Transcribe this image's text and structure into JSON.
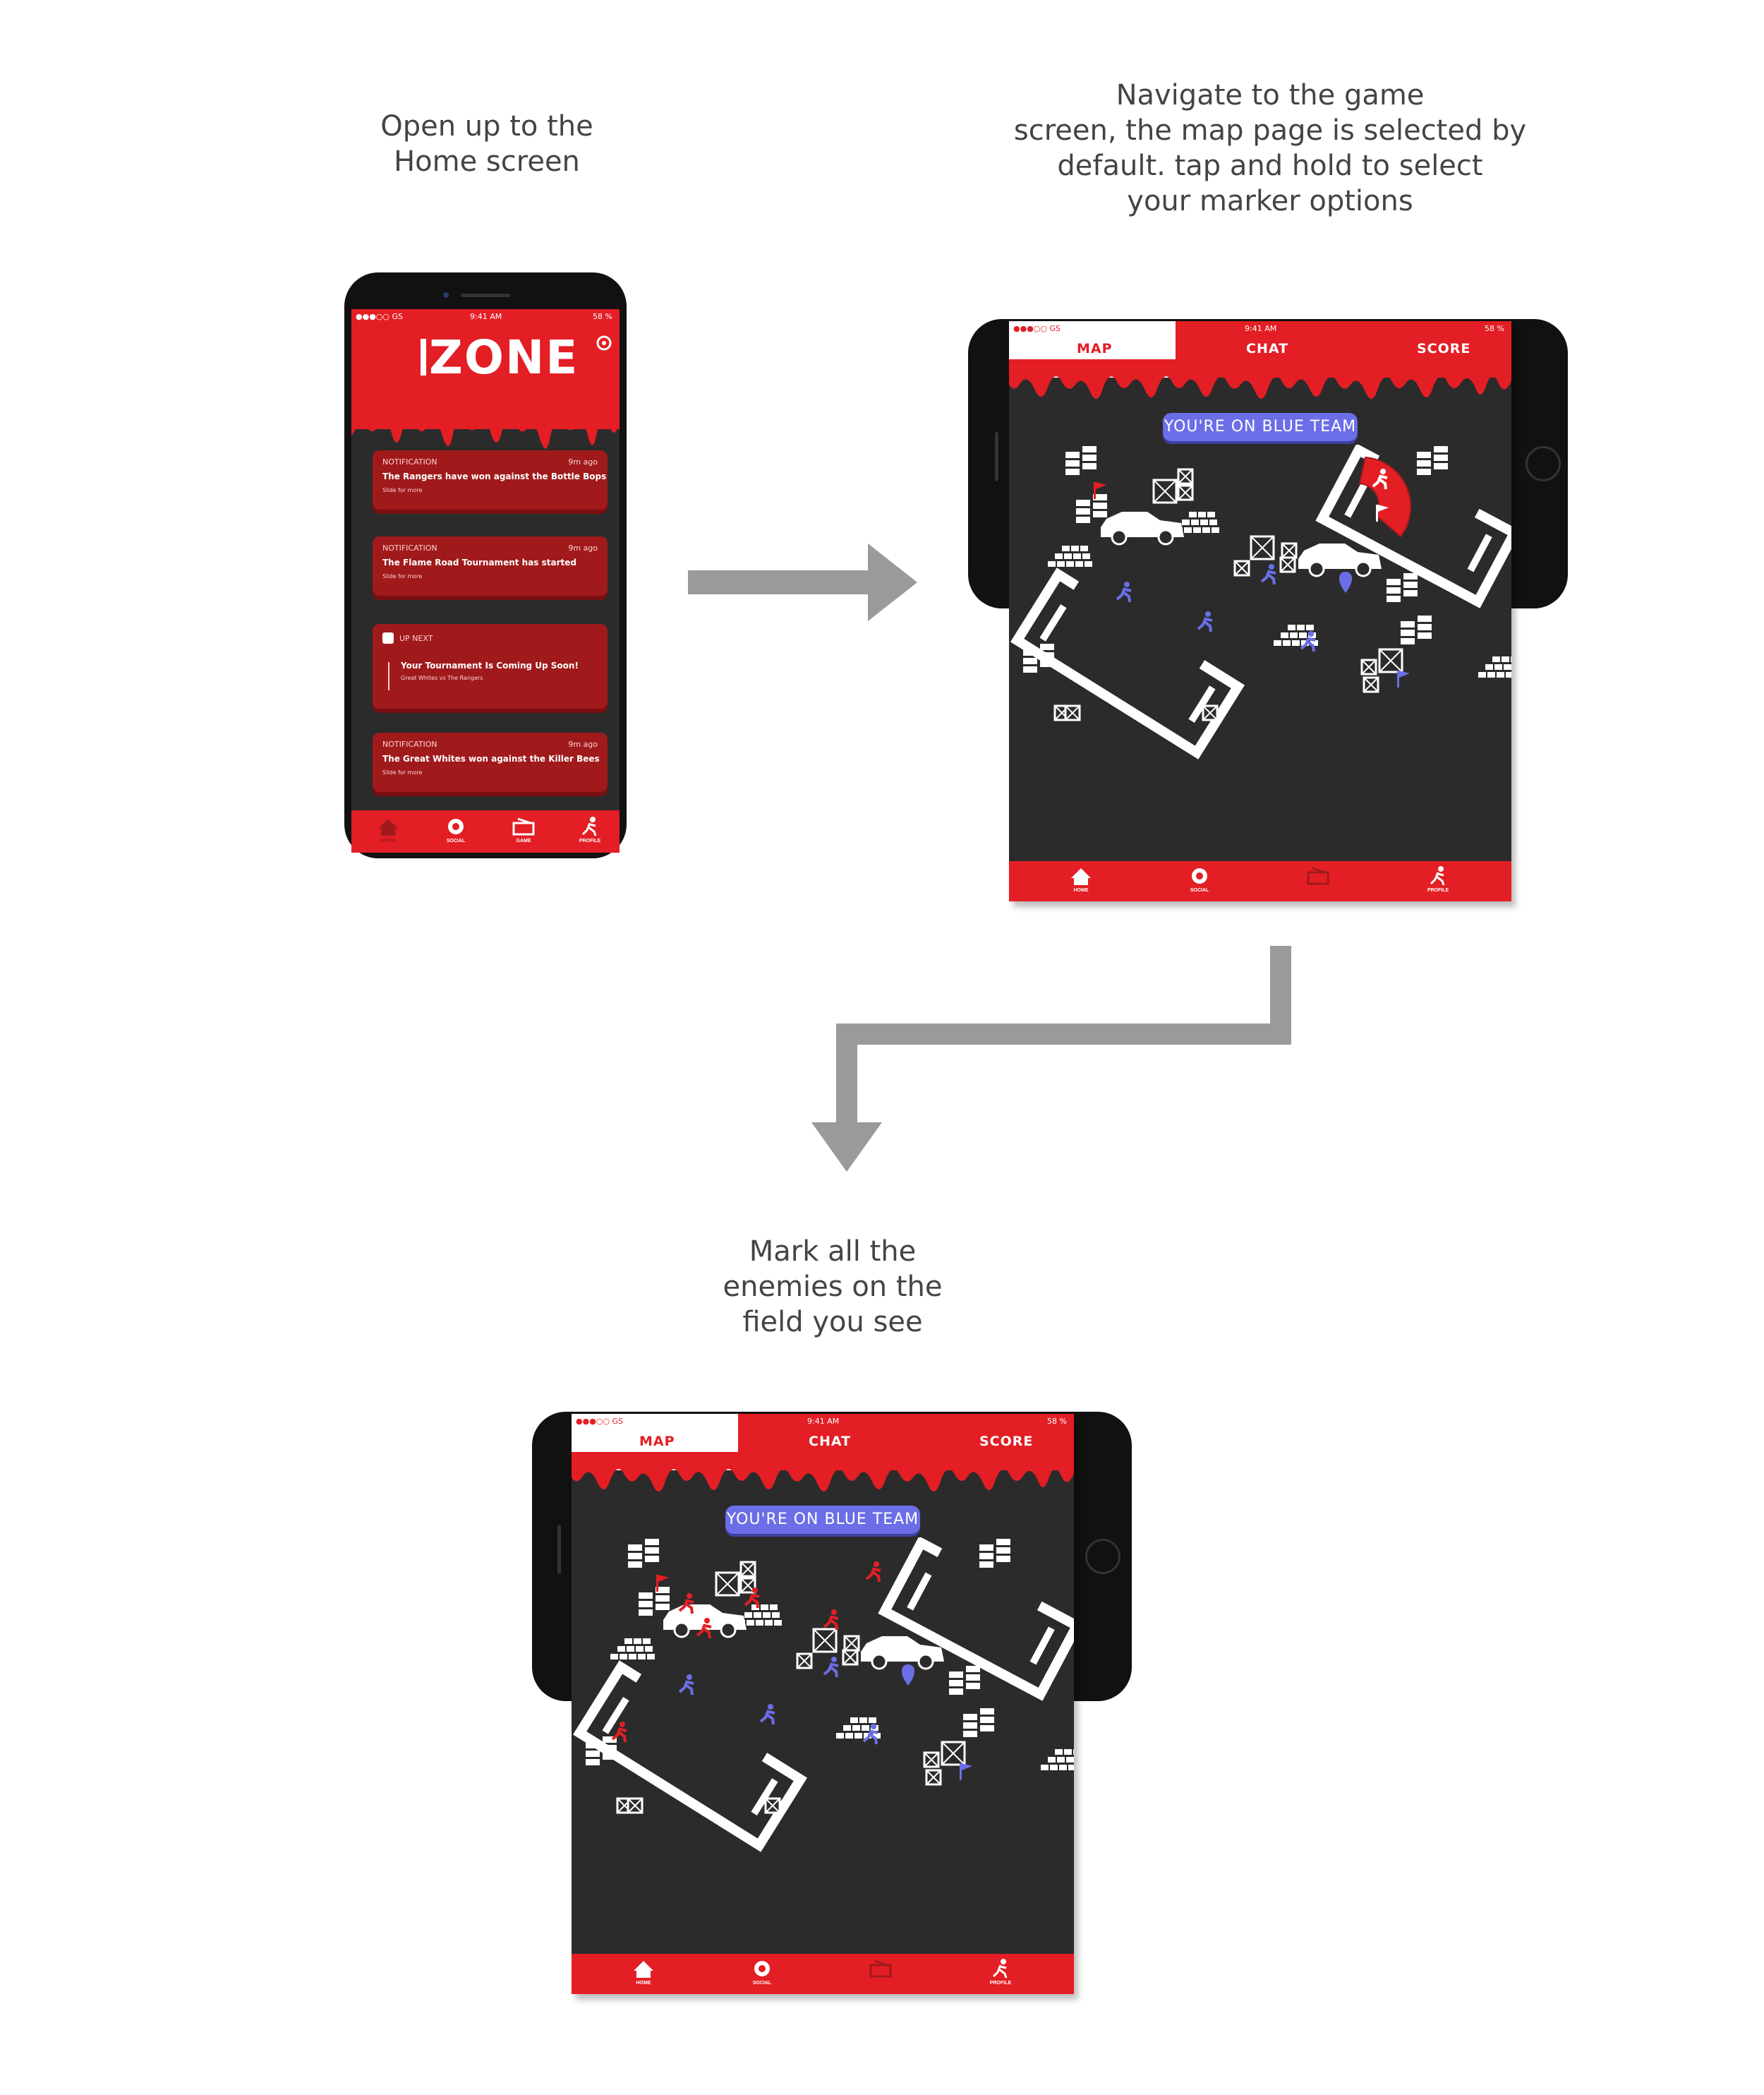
{
  "captions": {
    "step1": [
      "Open up to the",
      "Home screen"
    ],
    "step2": [
      "Navigate to the game",
      "screen, the map page is selected by",
      "default. tap and hold to select",
      "your marker options"
    ],
    "step3": [
      "Mark all the",
      "enemies on the",
      "field you see"
    ]
  },
  "status_bar": {
    "carrier": "●●●○○ GS",
    "time": "9:41 AM",
    "battery": "58 %"
  },
  "home": {
    "logo": "ZONE",
    "notifications": [
      {
        "label": "NOTIFICATION",
        "time": "9m ago",
        "message": "The Rangers have won against the Bottle Bops",
        "sub": "Slide for more"
      },
      {
        "label": "NOTIFICATION",
        "time": "9m ago",
        "message": "The Flame Road Tournament has started",
        "sub": "Slide for more"
      },
      {
        "label": "UP NEXT",
        "time": "",
        "message": "Your Tournament Is Coming Up Soon!",
        "sub": "Great Whites vs The Rangers"
      },
      {
        "label": "NOTIFICATION",
        "time": "9m ago",
        "message": "The Great Whites won against the Killer Bees",
        "sub": "Slide for more"
      }
    ],
    "nav": [
      "HOME",
      "SOCIAL",
      "GAME",
      "PROFILE"
    ]
  },
  "game": {
    "tabs": [
      "MAP",
      "CHAT",
      "SCORE"
    ],
    "team_label": "YOU'RE ON BLUE TEAM",
    "nav": [
      "HOME",
      "SOCIAL",
      "",
      "PROFILE"
    ]
  },
  "colors": {
    "brand_red": "#e31e24",
    "dark_red": "#a01a1c",
    "map_bg": "#2b2b2b",
    "blue_team": "#6b6ee6",
    "arrow": "#9a9a9a"
  }
}
